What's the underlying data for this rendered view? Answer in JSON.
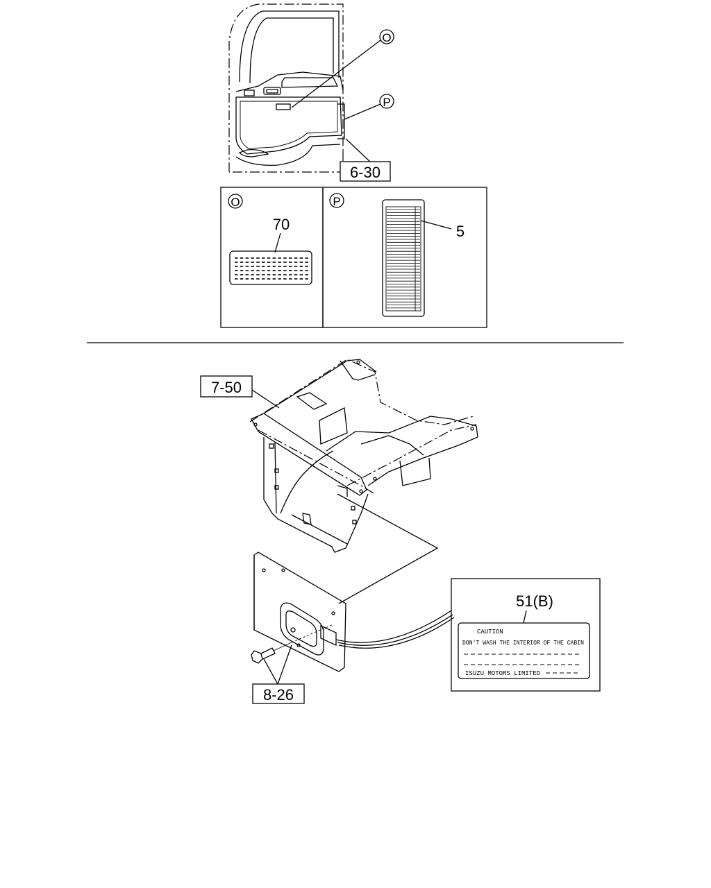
{
  "callouts": {
    "ref_door_trim": "6-30",
    "ref_floor_panel": "7-50",
    "ref_bolt": "8-26",
    "marker_o": "O",
    "marker_p": "P"
  },
  "detail_o": {
    "marker": "O",
    "part_number": "70"
  },
  "detail_p": {
    "marker": "P",
    "part_number": "5"
  },
  "caution_label": {
    "part_number": "51(B)",
    "heading": "CAUTION",
    "line1": "DON'T WASH THE INTERIOR OF THE CABIN",
    "footer": "ISUZU MOTORS LIMITED"
  }
}
